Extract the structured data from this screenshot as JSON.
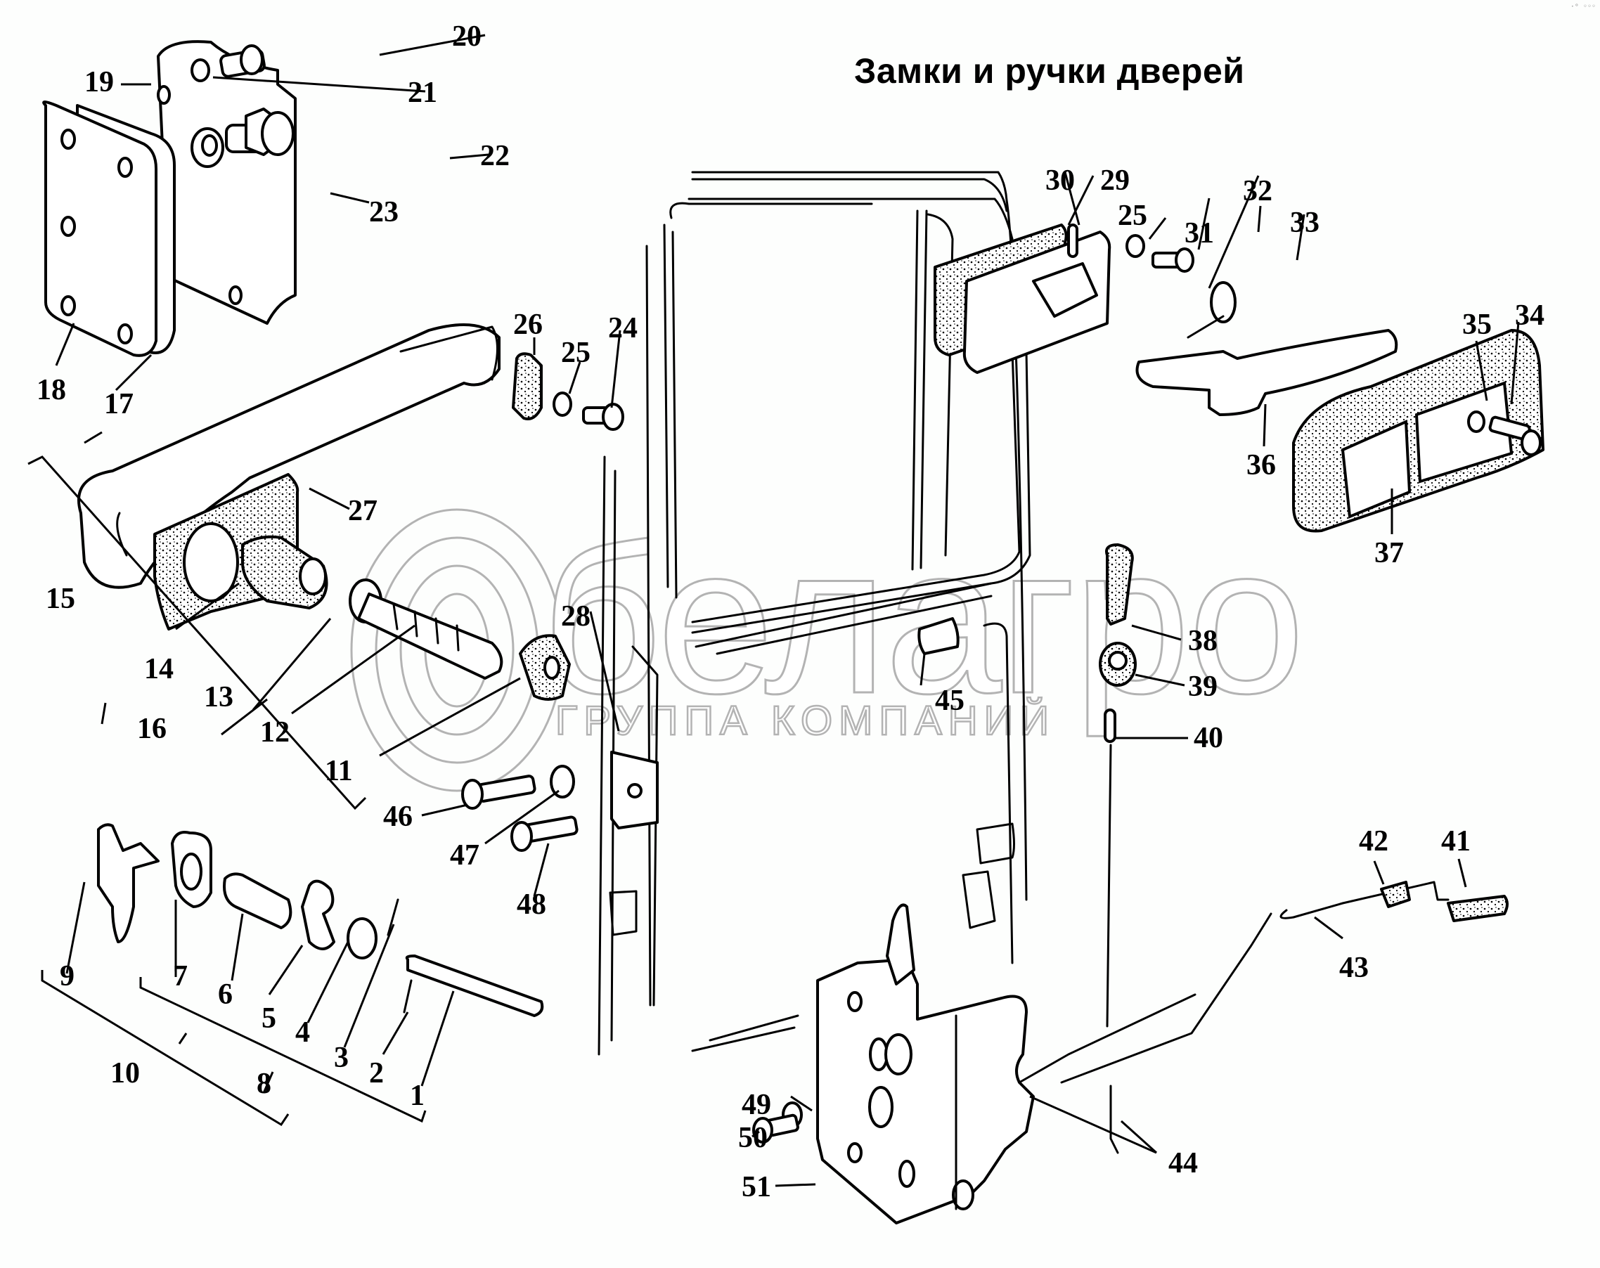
{
  "title": "Замки и ручки дверей",
  "corner_marks": "·ᵒ ◦◦◦",
  "watermark": {
    "brand": "белагро",
    "subtitle": "ГРУППА КОМПАНИЙ",
    "color": "#b3b3b3"
  },
  "colors": {
    "background": "#fdfefd",
    "line": "#000000"
  },
  "callouts": [
    {
      "id": "1",
      "text": "1"
    },
    {
      "id": "2",
      "text": "2"
    },
    {
      "id": "3",
      "text": "3"
    },
    {
      "id": "4",
      "text": "4"
    },
    {
      "id": "5",
      "text": "5"
    },
    {
      "id": "6",
      "text": "6"
    },
    {
      "id": "7",
      "text": "7"
    },
    {
      "id": "8",
      "text": "8"
    },
    {
      "id": "9",
      "text": "9"
    },
    {
      "id": "10",
      "text": "10"
    },
    {
      "id": "11",
      "text": "11"
    },
    {
      "id": "12",
      "text": "12"
    },
    {
      "id": "13",
      "text": "13"
    },
    {
      "id": "14",
      "text": "14"
    },
    {
      "id": "15",
      "text": "15"
    },
    {
      "id": "16",
      "text": "16"
    },
    {
      "id": "17",
      "text": "17"
    },
    {
      "id": "18",
      "text": "18"
    },
    {
      "id": "19",
      "text": "19"
    },
    {
      "id": "20",
      "text": "20"
    },
    {
      "id": "21",
      "text": "21"
    },
    {
      "id": "22",
      "text": "22"
    },
    {
      "id": "23",
      "text": "23"
    },
    {
      "id": "24",
      "text": "24"
    },
    {
      "id": "25a",
      "text": "25"
    },
    {
      "id": "25b",
      "text": "25"
    },
    {
      "id": "26",
      "text": "26"
    },
    {
      "id": "27",
      "text": "27"
    },
    {
      "id": "28",
      "text": "28"
    },
    {
      "id": "29",
      "text": "29"
    },
    {
      "id": "30",
      "text": "30"
    },
    {
      "id": "31",
      "text": "31"
    },
    {
      "id": "32",
      "text": "32"
    },
    {
      "id": "33",
      "text": "33"
    },
    {
      "id": "34",
      "text": "34"
    },
    {
      "id": "35",
      "text": "35"
    },
    {
      "id": "36",
      "text": "36"
    },
    {
      "id": "37",
      "text": "37"
    },
    {
      "id": "38",
      "text": "38"
    },
    {
      "id": "39",
      "text": "39"
    },
    {
      "id": "40",
      "text": "40"
    },
    {
      "id": "41",
      "text": "41"
    },
    {
      "id": "42",
      "text": "42"
    },
    {
      "id": "43",
      "text": "43"
    },
    {
      "id": "44",
      "text": "44"
    },
    {
      "id": "45",
      "text": "45"
    },
    {
      "id": "46",
      "text": "46"
    },
    {
      "id": "47",
      "text": "47"
    },
    {
      "id": "48",
      "text": "48"
    },
    {
      "id": "49",
      "text": "49"
    },
    {
      "id": "50",
      "text": "50"
    },
    {
      "id": "51",
      "text": "51"
    }
  ]
}
